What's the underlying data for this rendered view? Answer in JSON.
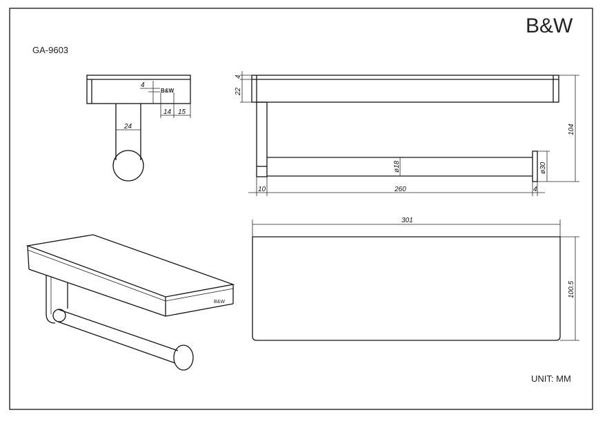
{
  "title_block": {
    "brand_logo": "B&W",
    "model_number": "GA-9603",
    "unit_label": "UNIT: MM"
  },
  "side_view": {
    "engraving": "B&W",
    "dims": {
      "engrave_height": "4",
      "engrave_offset": "14",
      "edge_offset": "15",
      "post_width": "24"
    }
  },
  "front_view": {
    "dims": {
      "plate_thickness": "4",
      "shelf_height": "22",
      "total_height": "104",
      "rod_diameter": "ø18",
      "cap_diameter": "ø30",
      "post_depth": "10",
      "rod_length": "260",
      "cap_thickness": "4"
    }
  },
  "plan_view": {
    "dims": {
      "width": "301",
      "depth": "100.5"
    }
  },
  "iso_view": {
    "engraving": "B&W"
  }
}
